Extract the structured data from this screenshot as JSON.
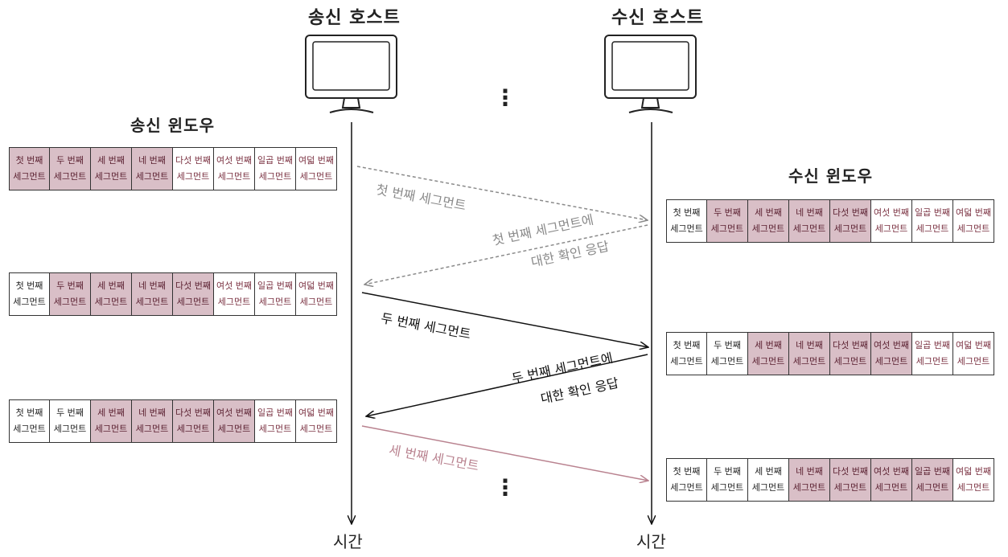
{
  "hosts": {
    "sender": "송신 호스트",
    "receiver": "수신 호스트"
  },
  "windows": {
    "sender": "송신 윈도우",
    "receiver": "수신 윈도우"
  },
  "time_label": "시간",
  "ellipsis": "⋮",
  "segments": [
    [
      "첫 번째",
      "세그먼트"
    ],
    [
      "두 번째",
      "세그먼트"
    ],
    [
      "세 번째",
      "세그먼트"
    ],
    [
      "네 번째",
      "세그먼트"
    ],
    [
      "다섯 번째",
      "세그먼트"
    ],
    [
      "여섯 번째",
      "세그먼트"
    ],
    [
      "일곱 번째",
      "세그먼트"
    ],
    [
      "여덟 번째",
      "세그먼트"
    ]
  ],
  "sender_rows": [
    {
      "acked": 0,
      "window": [
        0,
        1,
        2,
        3
      ]
    },
    {
      "acked": 1,
      "window": [
        1,
        2,
        3,
        4
      ]
    },
    {
      "acked": 2,
      "window": [
        2,
        3,
        4,
        5
      ]
    }
  ],
  "receiver_rows": [
    {
      "acked": 1,
      "window": [
        1,
        2,
        3,
        4
      ]
    },
    {
      "acked": 2,
      "window": [
        2,
        3,
        4,
        5
      ]
    },
    {
      "acked": 3,
      "window": [
        3,
        4,
        5,
        6
      ]
    }
  ],
  "messages": {
    "seg1": "첫 번째 세그먼트",
    "ack1_line1": "첫 번째 세그먼트에",
    "ack1_line2": "대한 확인 응답",
    "seg2": "두 번째 세그먼트",
    "ack2_line1": "두 번째 세그먼트에",
    "ack2_line2": "대한 확인 응답",
    "seg3": "세 번째 세그먼트"
  },
  "colors": {
    "gray": "#8a8a8a",
    "black": "#111111",
    "pink": "#b9828f",
    "highlight": "#d9bfc7"
  }
}
